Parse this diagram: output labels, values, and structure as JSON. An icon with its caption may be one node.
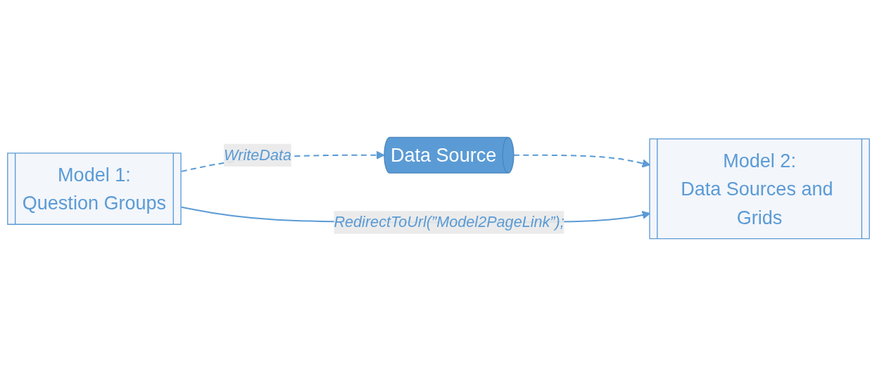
{
  "diagram": {
    "nodes": [
      {
        "text": [
          "Data Source"
        ]
      },
      {
        "text": [
          "Model 1:",
          "Question Groups"
        ]
      },
      {
        "text": [
          "Model 2:",
          "Data Sources and Grids"
        ]
      }
    ],
    "edges": [
      {
        "from": 1,
        "to": 0,
        "arrow": "to",
        "style": "dashed",
        "label": "WriteData"
      },
      {
        "from": 0,
        "to": 2,
        "arrow": "to",
        "style": "dashed"
      },
      {
        "from": 1,
        "to": 2,
        "arrow": "to",
        "label": "RedirectToUrl(”Model2PageLink”);"
      }
    ]
  }
}
